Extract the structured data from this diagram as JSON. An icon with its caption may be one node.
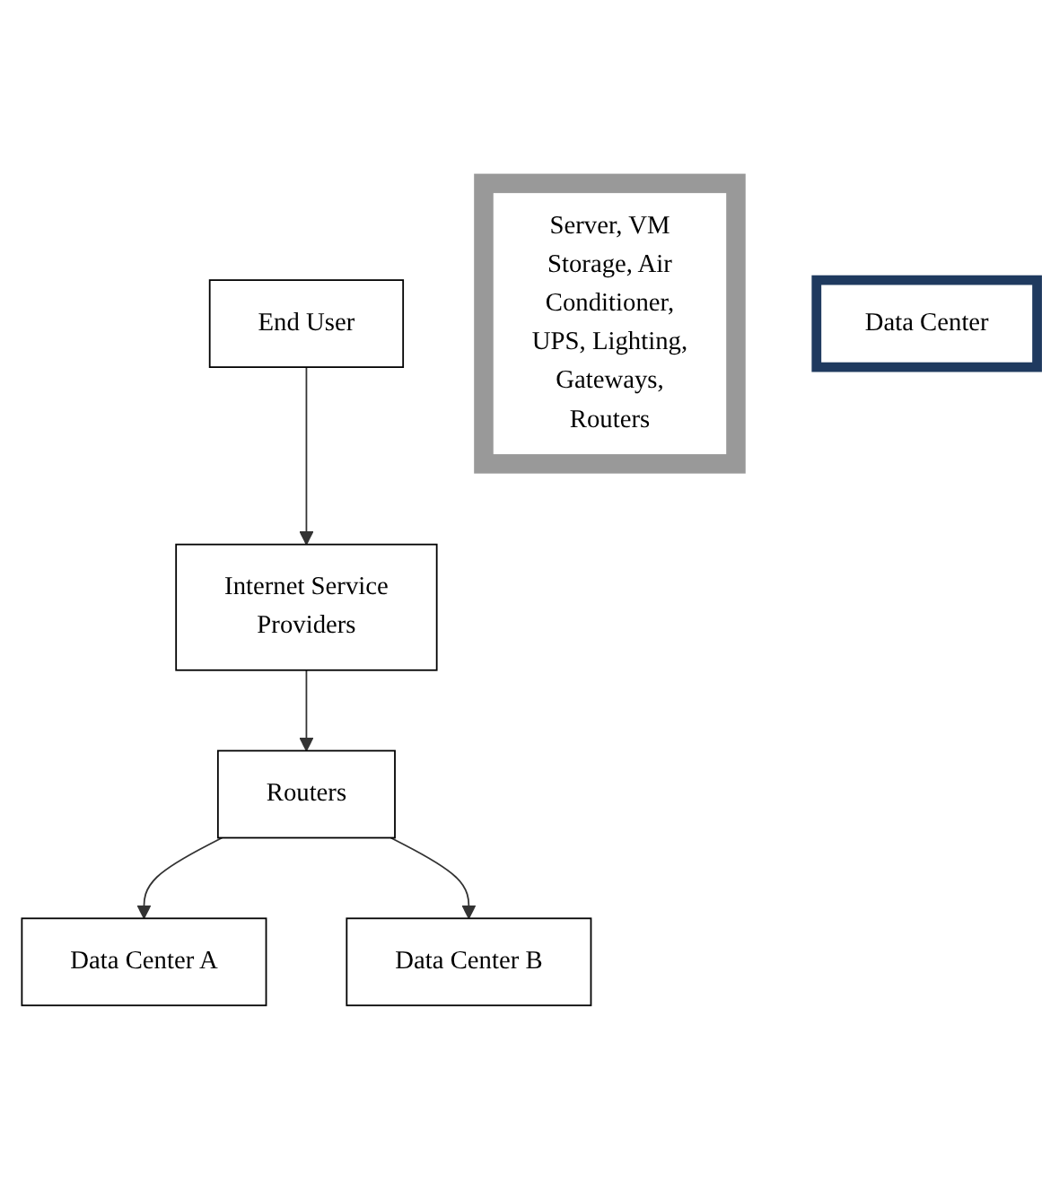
{
  "diagram": {
    "nodes": [
      {
        "text": [
          "End User"
        ]
      },
      {
        "text": [
          "Internet Service Providers"
        ]
      },
      {
        "text": [
          "Routers"
        ]
      },
      {
        "text": [
          "Data Center A"
        ]
      },
      {
        "text": [
          "Data Center B"
        ]
      },
      {
        "text": [
          "Server, VM Storage, Air Conditioner, UPS, Lighting, Gateways, Routers"
        ]
      },
      {
        "text": [
          "Data Center"
        ]
      }
    ],
    "edges": [
      {
        "from": 0,
        "to": 1,
        "arrow": "to"
      },
      {
        "from": 1,
        "to": 2,
        "arrow": "to"
      },
      {
        "from": 2,
        "to": 3,
        "arrow": "to"
      },
      {
        "from": 2,
        "to": 4,
        "arrow": "to"
      }
    ]
  }
}
